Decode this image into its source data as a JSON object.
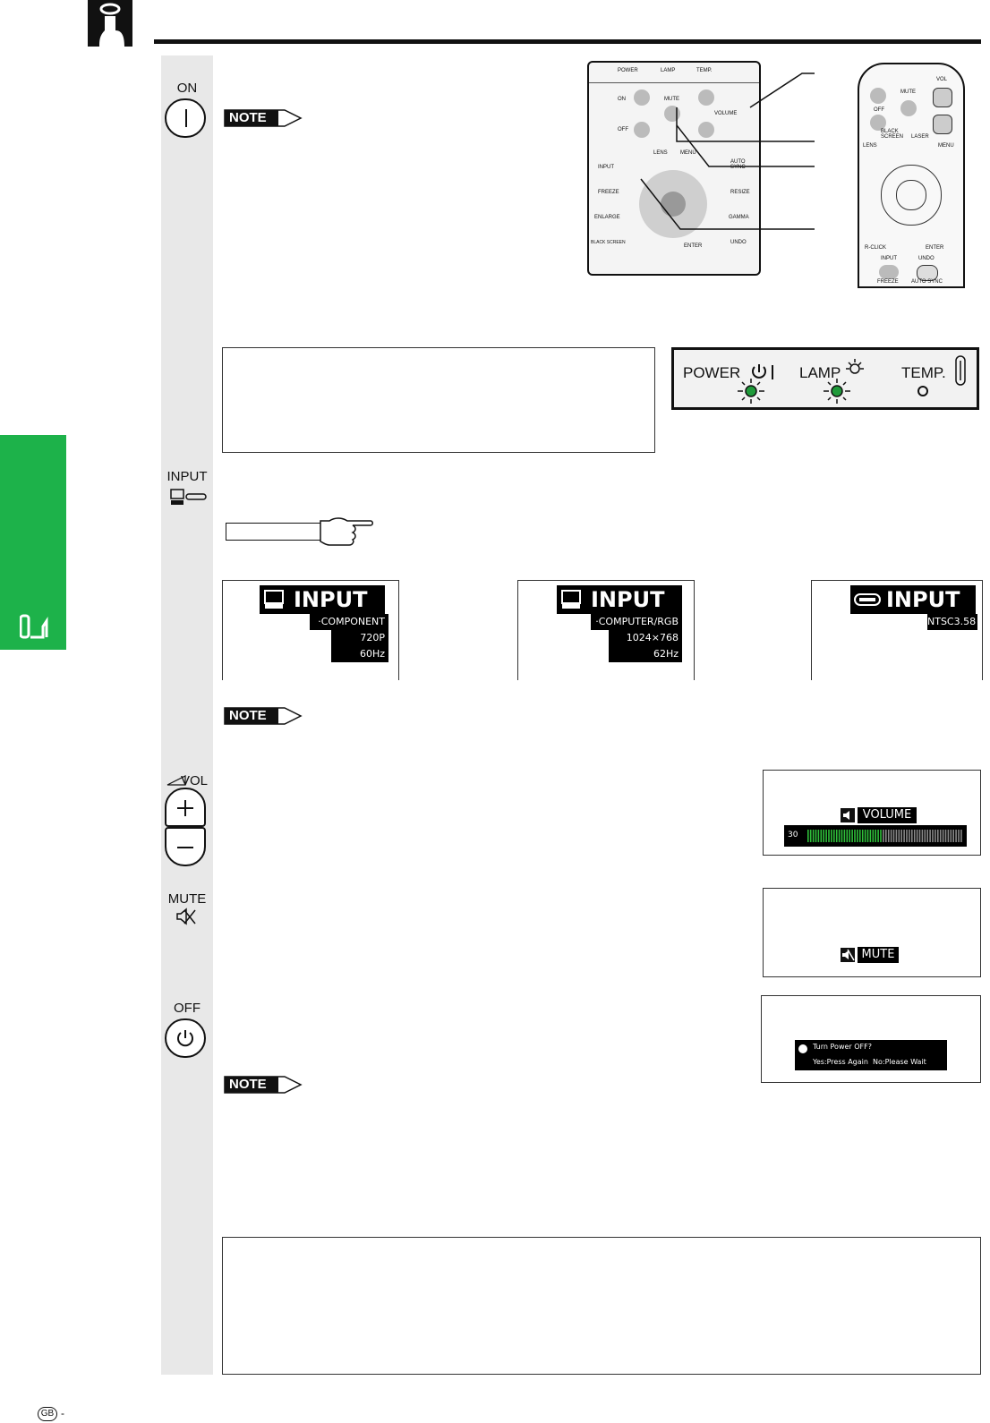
{
  "buttons": {
    "on_label": "ON",
    "input_label": "INPUT",
    "vol_label": "VOL",
    "mute_label": "MUTE",
    "off_label": "OFF"
  },
  "note_label": "NOTE",
  "indicator_panel": {
    "power": "POWER",
    "lamp": "LAMP",
    "temp": "TEMP."
  },
  "remote_panel": {
    "labels": [
      "POWER",
      "LAMP",
      "TEMP.",
      "ON",
      "MUTE",
      "VOLUME",
      "OFF",
      "LENS",
      "MENU",
      "AUTO SYNC",
      "INPUT",
      "FREEZE",
      "RESIZE",
      "ENLARGE",
      "GAMMA",
      "BLACK SCREEN",
      "ENTER",
      "UNDO"
    ]
  },
  "remote_control": {
    "labels": [
      "VOL",
      "MUTE",
      "OFF",
      "BLACK SCREEN",
      "LASER",
      "LENS",
      "MENU",
      "R-CLICK",
      "ENTER",
      "INPUT",
      "UNDO",
      "FREEZE",
      "AUTO SYNC"
    ]
  },
  "input_screens": [
    {
      "title": "INPUT 1",
      "lines": [
        "·COMPONENT",
        "720P",
        "60Hz"
      ]
    },
    {
      "title": "INPUT 2",
      "lines": [
        "·COMPUTER/RGB",
        "1024×768",
        "62Hz"
      ]
    },
    {
      "title": "INPUT 3",
      "lines": [
        "NTSC3.58"
      ]
    }
  ],
  "volume_osd": {
    "label": "VOLUME",
    "value": "30",
    "level": 0.47
  },
  "mute_osd": {
    "label": "MUTE"
  },
  "off_osd": {
    "line1": "Turn Power OFF?",
    "line2": "Yes:Press Again  No:Please Wait"
  },
  "footer": {
    "region_badge": "GB",
    "dash": "-"
  },
  "colors": {
    "green_tab": "#1db24a",
    "led_green": "#1f9a3a",
    "vol_bar": "#2fbf3a"
  }
}
